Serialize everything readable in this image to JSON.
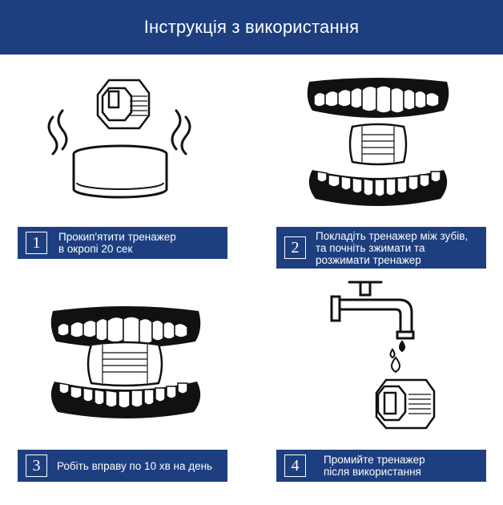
{
  "header": {
    "title": "Інструкція з використання"
  },
  "steps": [
    {
      "number": "1",
      "text_line1": "Прокип'ятити тренажер",
      "text_line2": "в окропі 20 сек",
      "text_line3": ""
    },
    {
      "number": "2",
      "text_line1": "Покладіть тренажер між зубів,",
      "text_line2": "та почніть зжимати та",
      "text_line3": "розжимати тренажер"
    },
    {
      "number": "3",
      "text_line1": "Робіть вправу по 10 хв на день",
      "text_line2": "",
      "text_line3": ""
    },
    {
      "number": "4",
      "text_line1": "Промийте тренажер",
      "text_line2": "після використання",
      "text_line3": ""
    }
  ],
  "colors": {
    "accent": "#1d3f80",
    "ink": "#111111",
    "background": "#ffffff"
  },
  "icons": [
    "boiling-trainer-icon",
    "teeth-with-trainer-icon",
    "teeth-biting-trainer-icon",
    "faucet-rinse-icon"
  ]
}
